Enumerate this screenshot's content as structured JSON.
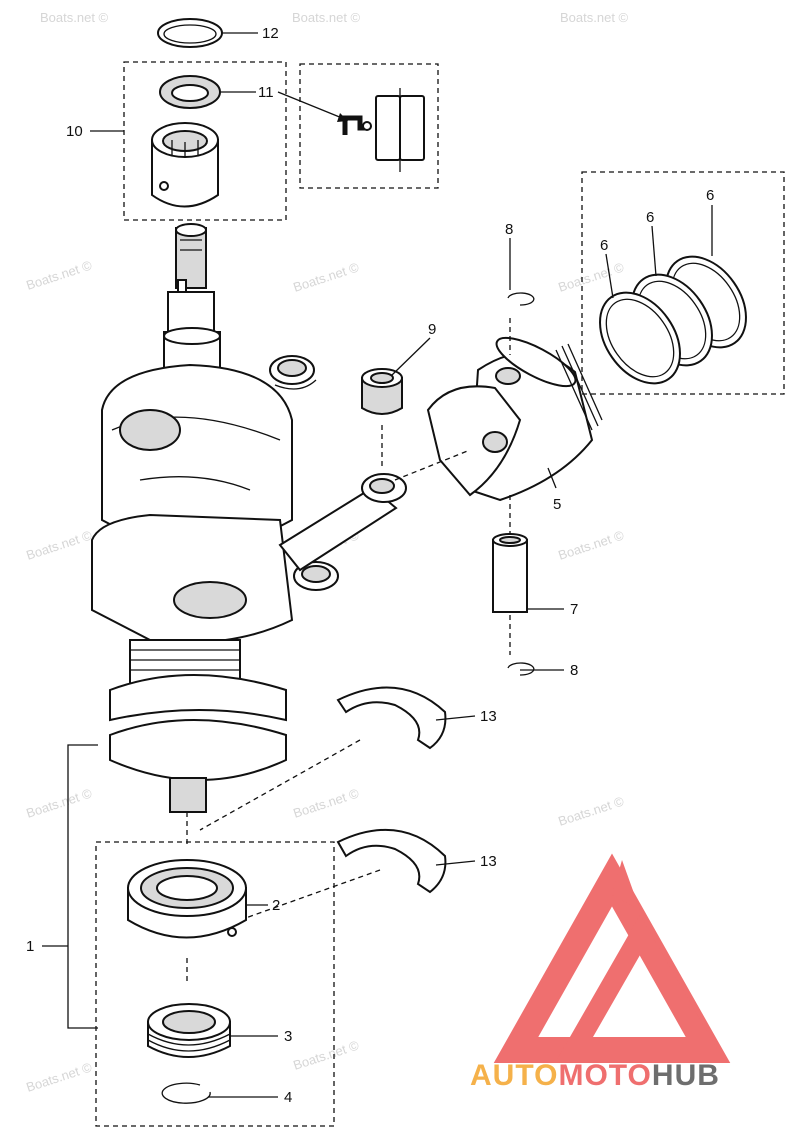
{
  "watermark": "Boats.net ©",
  "logo": {
    "text_part1": "AUTO",
    "text_part2": "MOTO",
    "text_part3": "HUB",
    "color_orange": "#f5b14a",
    "color_red": "#ef6f6f",
    "color_gray": "#6e6e6e"
  },
  "callouts": {
    "c1": "1",
    "c2": "2",
    "c3": "3",
    "c4": "4",
    "c5": "5",
    "c6a": "6",
    "c6b": "6",
    "c6c": "6",
    "c7": "7",
    "c8a": "8",
    "c8b": "8",
    "c9": "9",
    "c10": "10",
    "c11": "11",
    "c12": "12",
    "c13a": "13",
    "c13b": "13"
  }
}
